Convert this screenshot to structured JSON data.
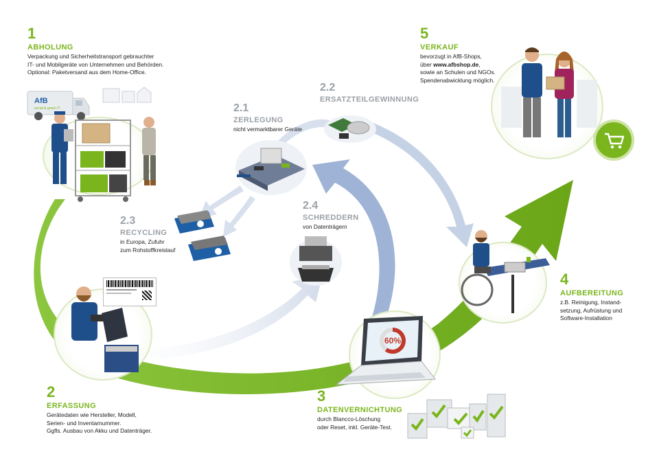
{
  "steps": {
    "s1": {
      "num": "1",
      "title": "ABHOLUNG",
      "desc": "Verpackung und Sicherheitstransport gebrauchter\nIT- und Mobilgeräte von Unternehmen und Behörden.\nOptional: Paketversand aus dem Home-Office."
    },
    "s2": {
      "num": "2",
      "title": "ERFASSUNG",
      "desc": "Gerätedaten wie Hersteller, Modell,\nSerien- und Inventarnummer.\nGgfls. Ausbau von Akku und Datenträger."
    },
    "s21": {
      "num": "2.1",
      "title": "ZERLEGUNG",
      "desc": "nicht vermarktbarer Geräte"
    },
    "s22": {
      "num": "2.2",
      "title": "ERSATZTEILGEWINNUNG",
      "desc": ""
    },
    "s23": {
      "num": "2.3",
      "title": "RECYCLING",
      "desc": "in Europa, Zufuhr\nzum Rohstoffkreislauf"
    },
    "s24": {
      "num": "2.4",
      "title": "SCHREDDERN",
      "desc": "von Datenträgern"
    },
    "s3": {
      "num": "3",
      "title": "DATENVERNICHTUNG",
      "desc": "durch Blancco-Löschung\noder Reset, inkl. Geräte-Test."
    },
    "s4": {
      "num": "4",
      "title": "AUFBEREITUNG",
      "desc": "z.B. Reinigung, Instand-\nsetzung, Aufrüstung und\nSoftware-Installation"
    },
    "s5": {
      "num": "5",
      "title": "VERKAUF",
      "desc_pre": "bevorzugt in AfB-Shops,\nüber ",
      "desc_link": "www.afbshop.de",
      "desc_post": ",\nsowie an Schulen und NGOs.\nSpendenabwicklung möglich."
    }
  },
  "truck": {
    "brand": "AfB",
    "sub": "social & green IT"
  },
  "laptop": {
    "progress_label": "60%",
    "progress": 0.6
  },
  "colors": {
    "green": "#7ab51d",
    "light_green": "#cfe3a8",
    "blue_gray": "#9fb3d6",
    "gray": "#9aa0a6"
  },
  "icons": [
    "truck-icon",
    "shopping-cart-icon",
    "check-icon",
    "laptop-icon",
    "barcode-label"
  ]
}
